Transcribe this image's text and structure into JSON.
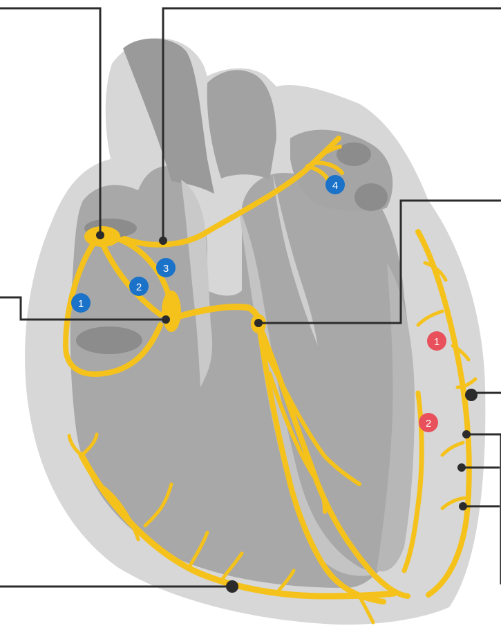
{
  "badges": {
    "blue_1": "1",
    "blue_2": "2",
    "blue_3": "3",
    "blue_4": "4",
    "red_1": "1",
    "red_2": "2"
  },
  "colors": {
    "background": "#ffffff",
    "outer_tissue": "#d7d7d7",
    "chamber_fill": "#a9a9a9",
    "cavity": "#8c8c8c",
    "conduction_path": "#f5c21b",
    "leader_line": "#2b2b2b",
    "badge_blue": "#1b72c9",
    "badge_red": "#e8505b"
  },
  "icons": {
    "leader_endpoint": "dot-marker",
    "badge_shape": "circle"
  }
}
